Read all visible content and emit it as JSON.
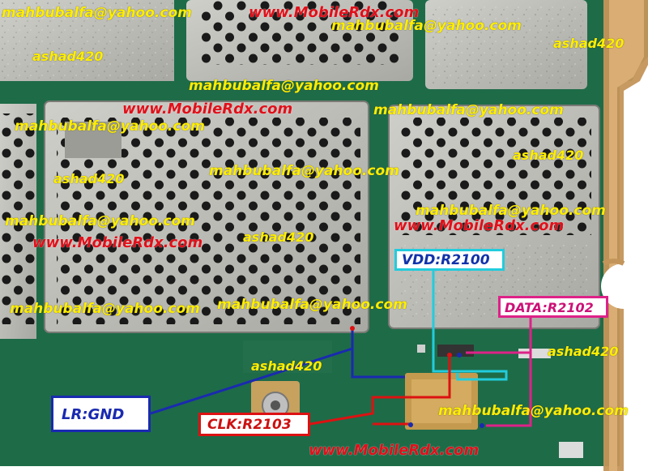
{
  "watermarks": {
    "email": "mahbubalfa@yahoo.com",
    "site": "www.MobileRdx.com",
    "ashad": "ashad420"
  },
  "labels": {
    "vdd": "VDD:R2100",
    "data": "DATA:R2102",
    "lr": "LR:GND",
    "clk": "CLK:R2103"
  },
  "colors": {
    "board_green": "#1e6b48",
    "shield_silver": "#b9b9b4",
    "vdd_line": "#22ccdd",
    "data_line": "#dd2288",
    "lr_line": "#1a2ab0",
    "clk_line": "#dd1111",
    "watermark_yellow": "#ffee00",
    "watermark_red": "#e0101a"
  }
}
